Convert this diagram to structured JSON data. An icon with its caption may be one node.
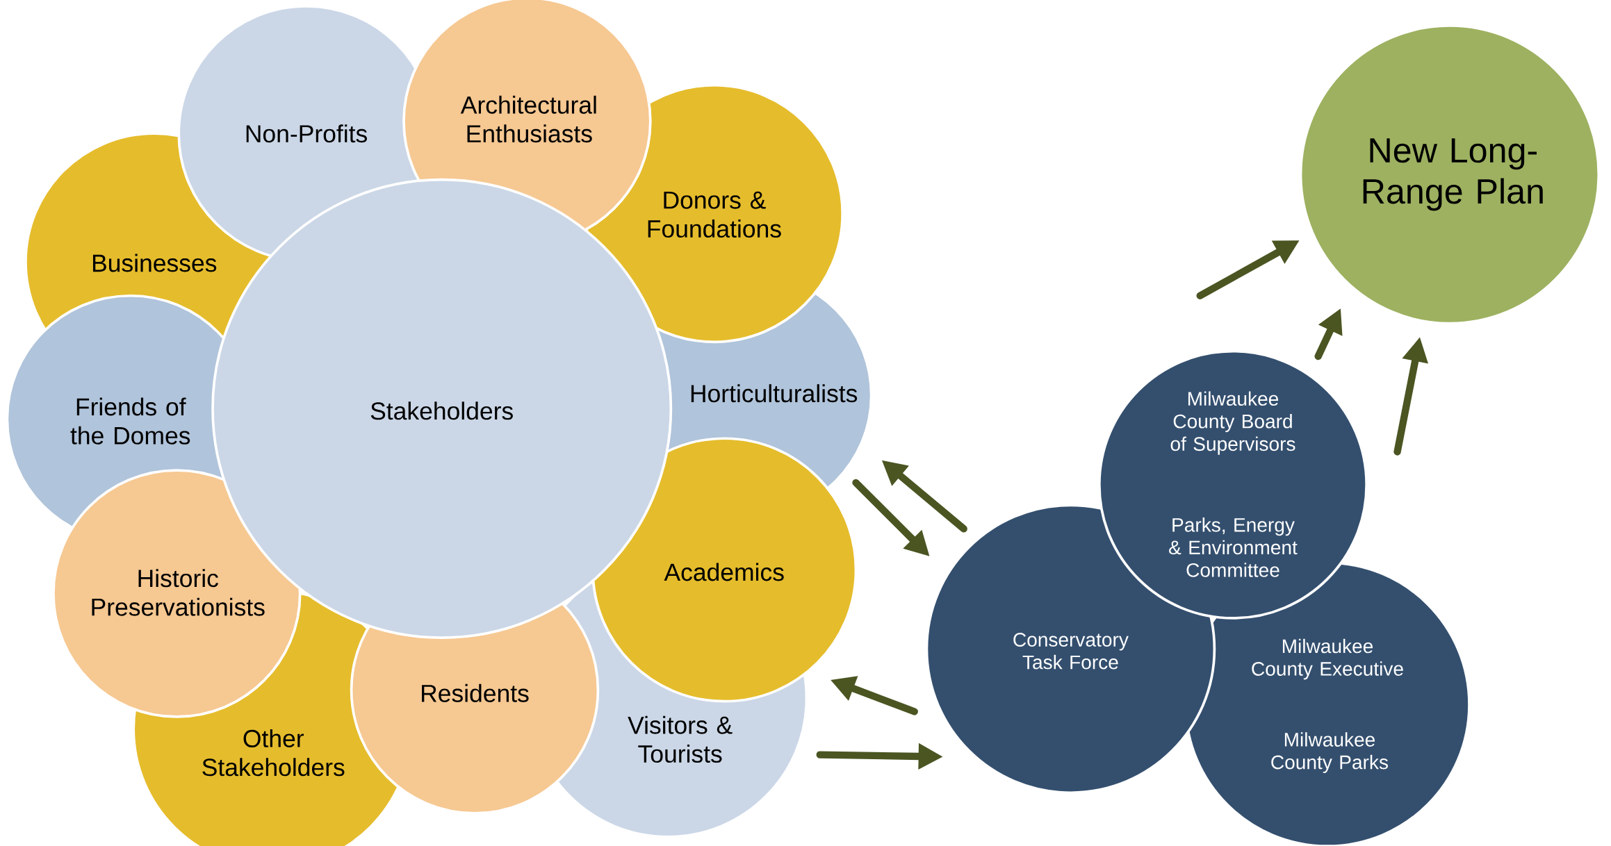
{
  "diagram": {
    "nodes": [
      {
        "text": [
          "Non-Profits"
        ]
      },
      {
        "text": [
          "Architectural Enthusiasts"
        ]
      },
      {
        "text": [
          "Businesses"
        ]
      },
      {
        "text": [
          "Donors & Foundations"
        ]
      },
      {
        "text": [
          "Friends of the Domes"
        ]
      },
      {
        "text": [
          "Stakeholders"
        ]
      },
      {
        "text": [
          "Horticulturalists"
        ]
      },
      {
        "text": [
          "Historic Preservationists"
        ]
      },
      {
        "text": [
          "Academics"
        ]
      },
      {
        "text": [
          "Residents"
        ]
      },
      {
        "text": [
          "Visitors & Tourists"
        ]
      },
      {
        "text": [
          "Other Stakeholders"
        ]
      },
      {
        "text": [
          "New Long-Range Plan"
        ]
      },
      {
        "text": [
          "Milwaukee County Board of Supervisors",
          "Parks, Energy & Environment Committee"
        ]
      },
      {
        "text": [
          "Conservatory Task Force"
        ]
      },
      {
        "text": [
          "Milwaukee County Executive",
          "Milwaukee County Parks"
        ]
      }
    ],
    "edges": [
      {
        "from": 6,
        "to": 14,
        "arrow": "to"
      },
      {
        "from": 14,
        "to": 6,
        "arrow": "to"
      },
      {
        "from": 14,
        "to": 8,
        "arrow": "to"
      },
      {
        "from": 10,
        "to": 14,
        "arrow": "to"
      },
      {
        "from": null,
        "to": 12,
        "arrow": "to"
      },
      {
        "from": 13,
        "to": 12,
        "arrow": "to"
      },
      {
        "from": null,
        "to": 12,
        "arrow": "to"
      }
    ]
  }
}
